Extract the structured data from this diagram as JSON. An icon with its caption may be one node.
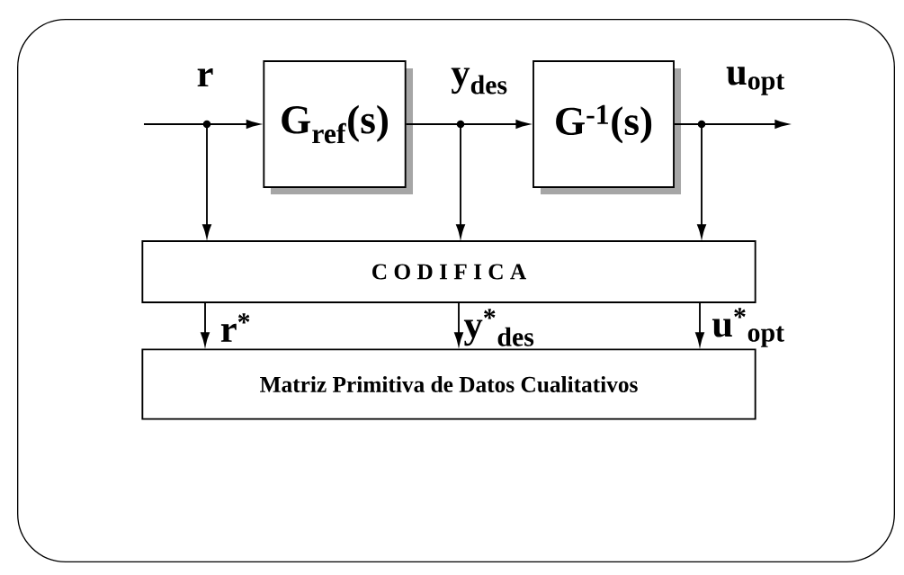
{
  "diagram": {
    "nodes": [
      {
        "text": [],
        "shape": "box"
      },
      {
        "text": [
          "G$_{ref}$(s)"
        ],
        "in": 0
      },
      {
        "text": [
          "G$^{-1}$(s)"
        ],
        "in": 0
      },
      {
        "text": [
          "C O D I F I C A"
        ],
        "in": 0
      },
      {
        "text": [
          "Matriz Primitiva de Datos Cualitativos"
        ],
        "in": 0
      }
    ],
    "edges": [
      {
        "from": null,
        "to": 1,
        "arrow": "to",
        "label": "r"
      },
      {
        "from": null,
        "to": 3,
        "arrow": "to"
      },
      {
        "from": 1,
        "to": 2,
        "arrow": "to",
        "label": "y$_{des}$"
      },
      {
        "from": 1,
        "to": 3,
        "arrow": "to"
      },
      {
        "from": 2,
        "to": null,
        "arrow": "to",
        "label": "u$_{opt}$"
      },
      {
        "from": 2,
        "to": 3,
        "arrow": "to"
      },
      {
        "from": 3,
        "to": 4,
        "arrow": "to",
        "label": "r$^{*}$"
      },
      {
        "from": 3,
        "to": 4,
        "arrow": "to",
        "label": "y$^{*}$$_{des}$"
      },
      {
        "from": 3,
        "to": 4,
        "arrow": "to",
        "label": "u$^{*}$$_{opt}$"
      }
    ]
  }
}
